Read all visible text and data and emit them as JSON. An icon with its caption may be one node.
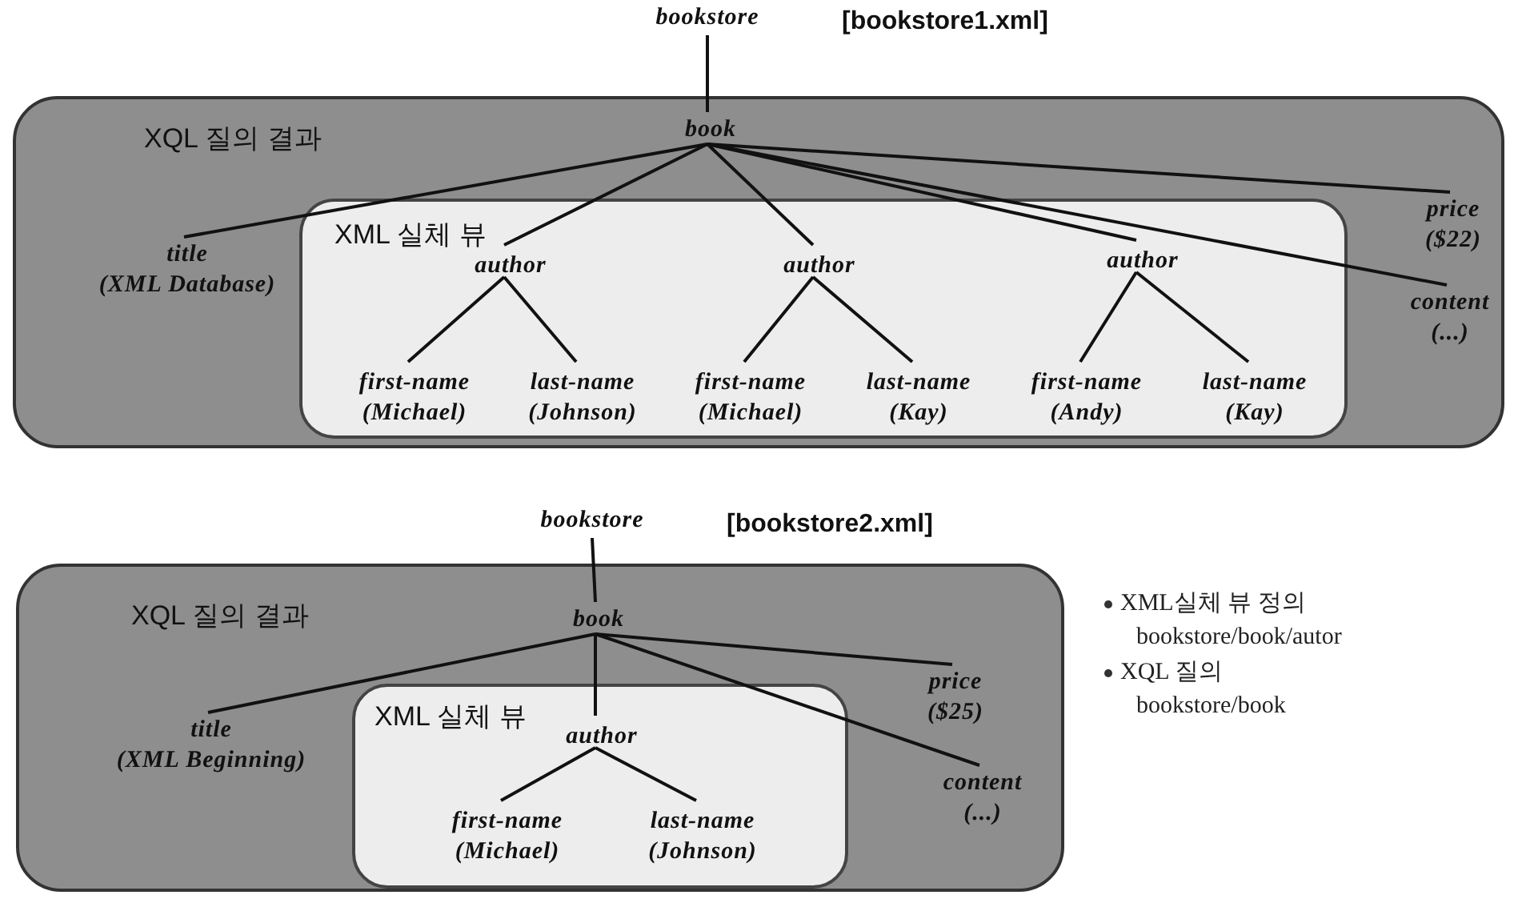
{
  "diagram": {
    "nodes": [
      {
        "text": [
          "XQL 질의 결과"
        ]
      },
      {
        "text": [
          "XML 실체 뷰"
        ],
        "in": 0
      },
      {
        "text": [
          "bookstore"
        ],
        "beside": [
          "[bookstore1.xml]"
        ]
      },
      {
        "text": [
          "book"
        ],
        "in": 0
      },
      {
        "text": [
          "title",
          "(XML Database)"
        ],
        "in": 0
      },
      {
        "text": [
          "author"
        ],
        "in": 1
      },
      {
        "text": [
          "author"
        ],
        "in": 1
      },
      {
        "text": [
          "author"
        ],
        "in": 1
      },
      {
        "text": [
          "price",
          "($22)"
        ],
        "in": 0
      },
      {
        "text": [
          "content",
          "(...)"
        ],
        "in": 0
      },
      {
        "text": [
          "first-name",
          "(Michael)"
        ],
        "in": 1
      },
      {
        "text": [
          "last-name",
          "(Johnson)"
        ],
        "in": 1
      },
      {
        "text": [
          "first-name",
          "(Michael)"
        ],
        "in": 1
      },
      {
        "text": [
          "last-name",
          "(Kay)"
        ],
        "in": 1
      },
      {
        "text": [
          "first-name",
          "(Andy)"
        ],
        "in": 1
      },
      {
        "text": [
          "last-name",
          "(Kay)"
        ],
        "in": 1
      },
      {
        "text": [
          "XQL 질의 결과"
        ]
      },
      {
        "text": [
          "XML 실체 뷰"
        ],
        "in": 16
      },
      {
        "text": [
          "bookstore"
        ],
        "beside": [
          "[bookstore2.xml]"
        ]
      },
      {
        "text": [
          "book"
        ],
        "in": 16
      },
      {
        "text": [
          "title",
          "(XML Beginning)"
        ],
        "in": 16
      },
      {
        "text": [
          "author"
        ],
        "in": 17
      },
      {
        "text": [
          "price",
          "($25)"
        ],
        "in": 16
      },
      {
        "text": [
          "content",
          "(...)"
        ],
        "in": 16
      },
      {
        "text": [
          "first-name",
          "(Michael)"
        ],
        "in": 17
      },
      {
        "text": [
          "last-name",
          "(Johnson)"
        ],
        "in": 17
      }
    ],
    "edges": [
      {
        "from": 2,
        "to": 3,
        "arrow": "none"
      },
      {
        "from": 3,
        "to": 4,
        "arrow": "none"
      },
      {
        "from": 3,
        "to": 5,
        "arrow": "none"
      },
      {
        "from": 3,
        "to": 6,
        "arrow": "none"
      },
      {
        "from": 3,
        "to": 7,
        "arrow": "none"
      },
      {
        "from": 3,
        "to": 8,
        "arrow": "none"
      },
      {
        "from": 3,
        "to": 9,
        "arrow": "none"
      },
      {
        "from": 5,
        "to": 10,
        "arrow": "none"
      },
      {
        "from": 5,
        "to": 11,
        "arrow": "none"
      },
      {
        "from": 6,
        "to": 12,
        "arrow": "none"
      },
      {
        "from": 6,
        "to": 13,
        "arrow": "none"
      },
      {
        "from": 7,
        "to": 14,
        "arrow": "none"
      },
      {
        "from": 7,
        "to": 15,
        "arrow": "none"
      },
      {
        "from": 18,
        "to": 19,
        "arrow": "none"
      },
      {
        "from": 19,
        "to": 20,
        "arrow": "none"
      },
      {
        "from": 19,
        "to": 21,
        "arrow": "none"
      },
      {
        "from": 19,
        "to": 22,
        "arrow": "none"
      },
      {
        "from": 19,
        "to": 23,
        "arrow": "none"
      },
      {
        "from": 21,
        "to": 24,
        "arrow": "none"
      },
      {
        "from": 21,
        "to": 25,
        "arrow": "none"
      }
    ],
    "labels": [
      "XML실체 뷰 정의",
      "bookstore/book/autor",
      "XQL 질의",
      "bookstore/book"
    ]
  }
}
